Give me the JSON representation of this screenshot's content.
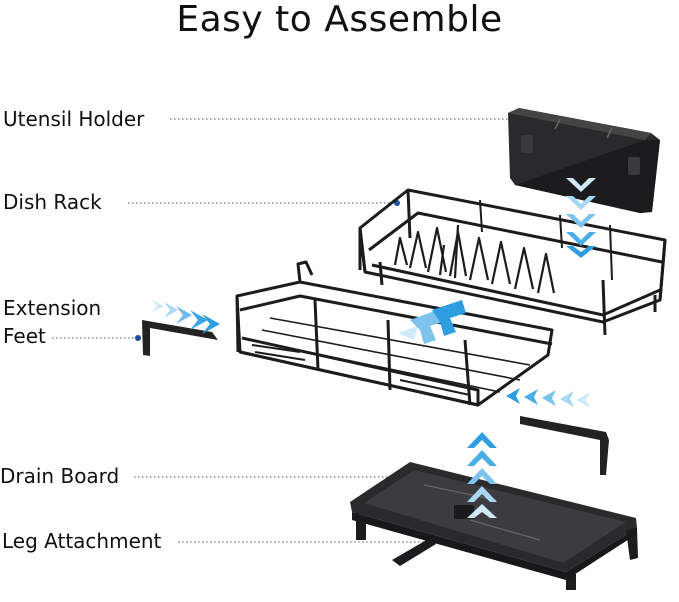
{
  "title": "Easy to Assemble",
  "labels": {
    "utensil_holder": "Utensil Holder",
    "dish_rack": "Dish Rack",
    "extension": "Extension",
    "feet": "Feet",
    "drain_board": "Drain Board",
    "leg_attachment": "Leg Attachment"
  },
  "colors": {
    "product": "#1c1c1e",
    "arrow_light": "#bfe3f7",
    "arrow_dark": "#2f9ee0",
    "leader_dot": "#1a4fa0"
  }
}
